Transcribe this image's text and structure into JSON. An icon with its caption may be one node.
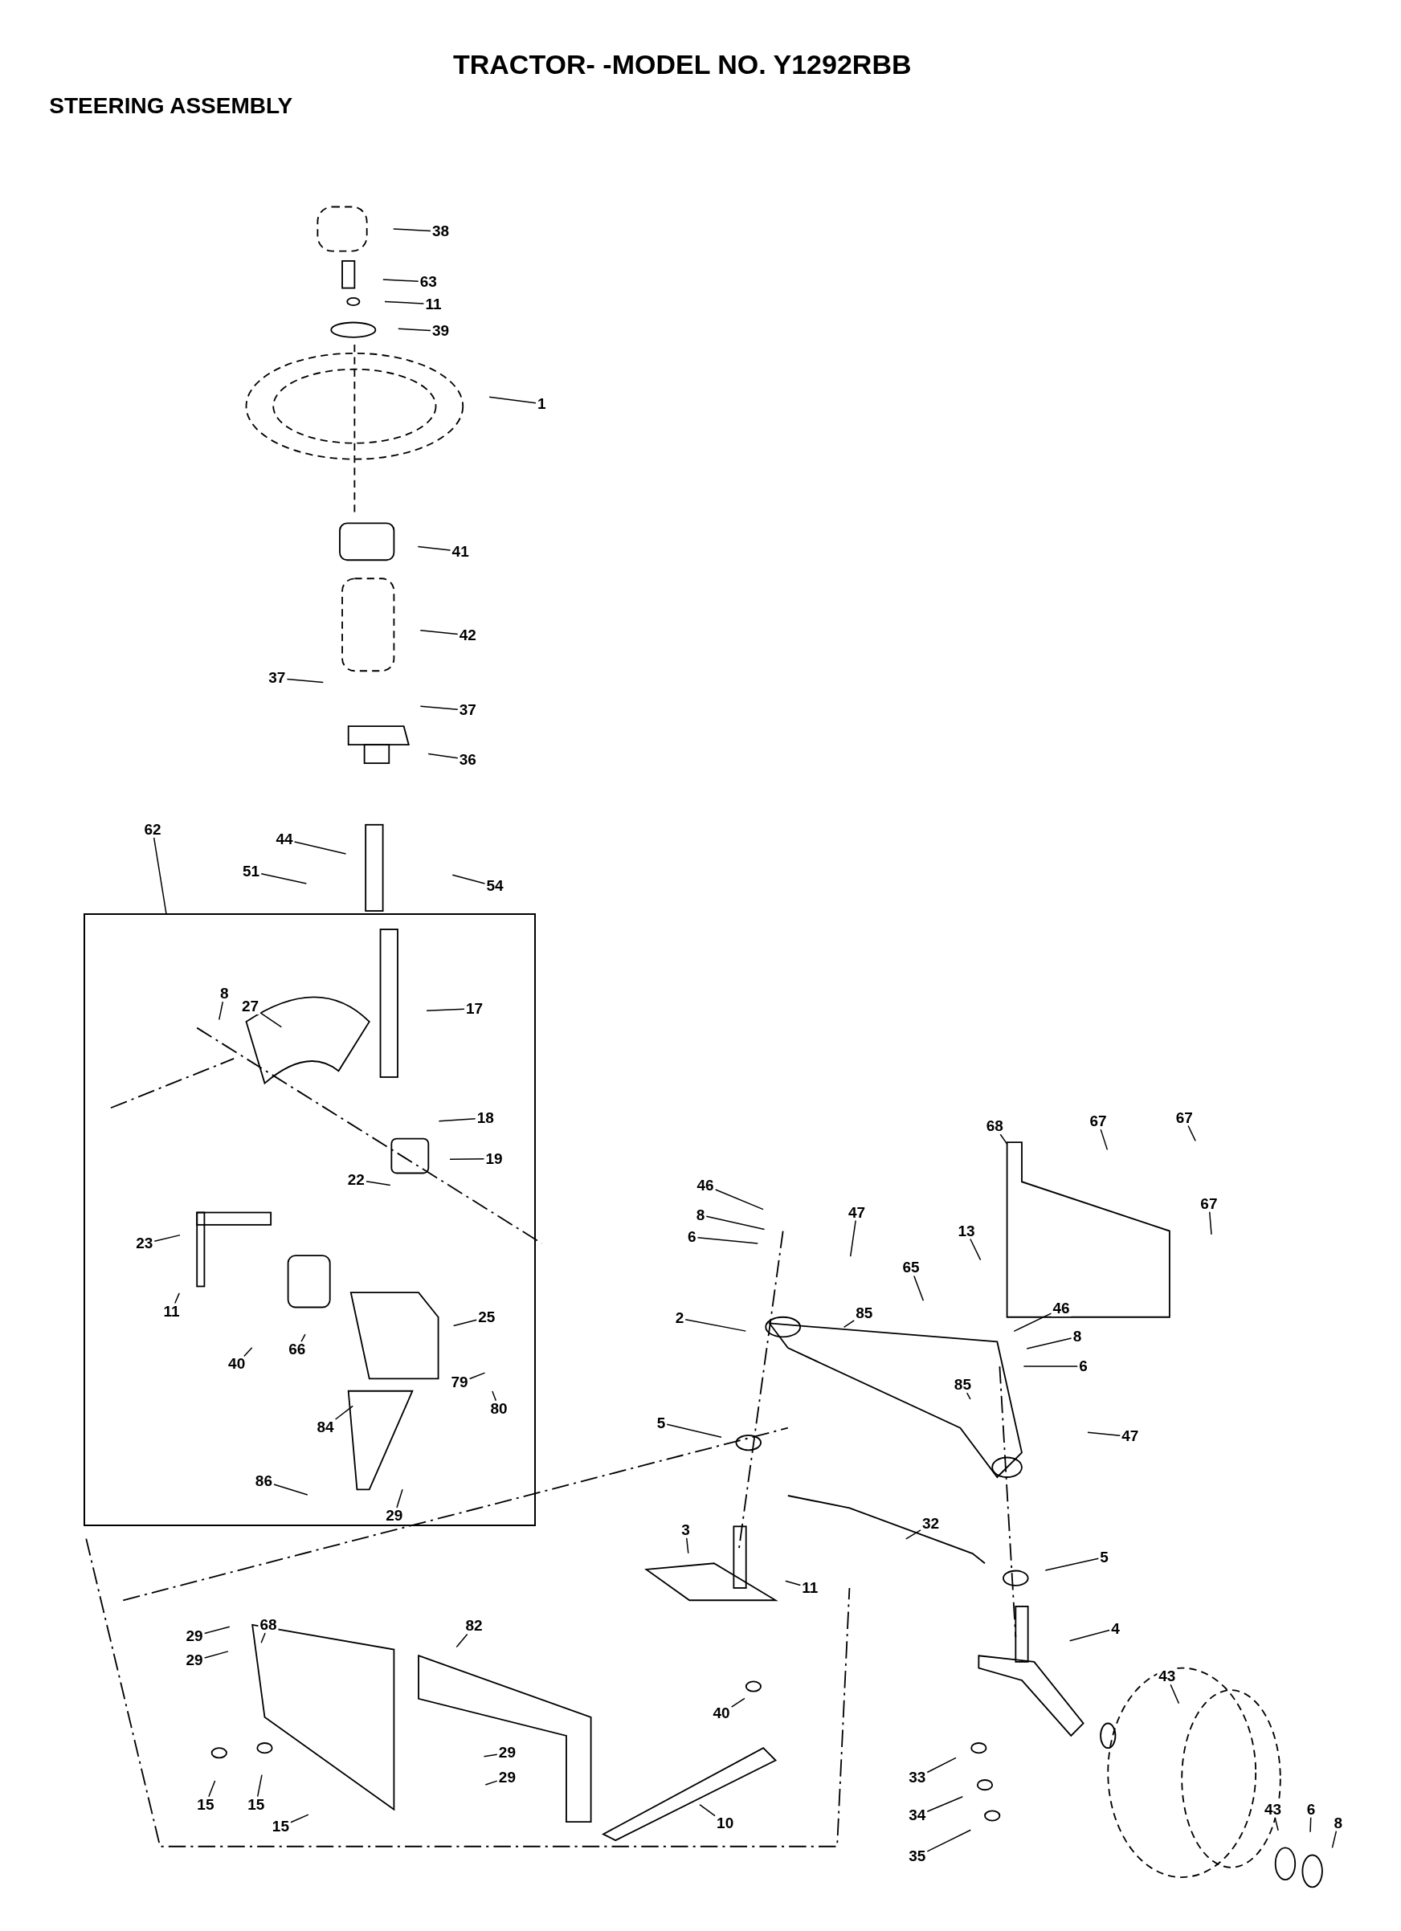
{
  "diagram": {
    "title": "TRACTOR- -MODEL NO. Y1292RBB",
    "labels": [
      "STEERING ASSEMBLY"
    ],
    "nodes": [
      {
        "text": [
          "38"
        ]
      },
      {
        "text": [
          "63"
        ]
      },
      {
        "text": [
          "11"
        ]
      },
      {
        "text": [
          "39"
        ]
      },
      {
        "text": [
          "1"
        ]
      },
      {
        "text": [
          "41"
        ]
      },
      {
        "text": [
          "42"
        ]
      },
      {
        "text": [
          "37"
        ]
      },
      {
        "text": [
          "37"
        ]
      },
      {
        "text": [
          "36"
        ]
      },
      {
        "text": [
          "62"
        ]
      },
      {
        "text": [
          "44"
        ]
      },
      {
        "text": [
          "51"
        ]
      },
      {
        "text": [
          "54"
        ]
      },
      {
        "text": [],
        "shape": "box"
      },
      {
        "text": [
          "8"
        ],
        "in": 14
      },
      {
        "text": [
          "27"
        ],
        "in": 14
      },
      {
        "text": [
          "17"
        ],
        "in": 14
      },
      {
        "text": [
          "18"
        ],
        "in": 14
      },
      {
        "text": [
          "19"
        ],
        "in": 14
      },
      {
        "text": [
          "22"
        ],
        "in": 14
      },
      {
        "text": [
          "23"
        ],
        "in": 14
      },
      {
        "text": [
          "11"
        ],
        "in": 14
      },
      {
        "text": [
          "25"
        ],
        "in": 14
      },
      {
        "text": [
          "66"
        ],
        "in": 14
      },
      {
        "text": [
          "40"
        ],
        "in": 14
      },
      {
        "text": [
          "79"
        ],
        "in": 14
      },
      {
        "text": [
          "80"
        ],
        "in": 14
      },
      {
        "text": [
          "84"
        ],
        "in": 14
      },
      {
        "text": [
          "86"
        ],
        "in": 14
      },
      {
        "text": [
          "29"
        ],
        "in": 14
      },
      {
        "text": [
          "67"
        ]
      },
      {
        "text": [
          "67"
        ]
      },
      {
        "text": [
          "68"
        ]
      },
      {
        "text": [
          "46"
        ]
      },
      {
        "text": [
          "67"
        ]
      },
      {
        "text": [
          "47"
        ]
      },
      {
        "text": [
          "8"
        ]
      },
      {
        "text": [
          "13"
        ]
      },
      {
        "text": [
          "6"
        ]
      },
      {
        "text": [
          "65"
        ]
      },
      {
        "text": [
          "46"
        ]
      },
      {
        "text": [
          "85"
        ]
      },
      {
        "text": [
          "2"
        ]
      },
      {
        "text": [
          "8"
        ]
      },
      {
        "text": [
          "6"
        ]
      },
      {
        "text": [
          "85"
        ]
      },
      {
        "text": [
          "5"
        ]
      },
      {
        "text": [
          "47"
        ]
      },
      {
        "text": [
          "32"
        ]
      },
      {
        "text": [
          "3"
        ]
      },
      {
        "text": [
          "5"
        ]
      },
      {
        "text": [
          "11"
        ]
      },
      {
        "text": [
          "68"
        ]
      },
      {
        "text": [
          "82"
        ]
      },
      {
        "text": [
          "4"
        ]
      },
      {
        "text": [
          "29"
        ]
      },
      {
        "text": [
          "29"
        ]
      },
      {
        "text": [
          "43"
        ]
      },
      {
        "text": [
          "40"
        ]
      },
      {
        "text": [
          "29"
        ]
      },
      {
        "text": [
          "33"
        ]
      },
      {
        "text": [
          "29"
        ]
      },
      {
        "text": [
          "15"
        ]
      },
      {
        "text": [
          "15"
        ]
      },
      {
        "text": [
          "43"
        ]
      },
      {
        "text": [
          "6"
        ]
      },
      {
        "text": [
          "34"
        ]
      },
      {
        "text": [
          "10"
        ]
      },
      {
        "text": [
          "8"
        ]
      },
      {
        "text": [
          "15"
        ]
      },
      {
        "text": [
          "35"
        ]
      }
    ],
    "edges": [
      {
        "from": 0,
        "to": null,
        "arrow": "none"
      },
      {
        "from": 1,
        "to": null,
        "arrow": "none"
      },
      {
        "from": 2,
        "to": null,
        "arrow": "none"
      },
      {
        "from": 3,
        "to": null,
        "arrow": "none"
      },
      {
        "from": 4,
        "to": null,
        "arrow": "none"
      },
      {
        "from": 5,
        "to": null,
        "arrow": "none"
      },
      {
        "from": 6,
        "to": null,
        "arrow": "none"
      },
      {
        "from": 7,
        "to": null,
        "arrow": "none"
      },
      {
        "from": 8,
        "to": null,
        "arrow": "none"
      },
      {
        "from": 9,
        "to": null,
        "arrow": "none"
      },
      {
        "from": 10,
        "to": 14,
        "arrow": "none"
      },
      {
        "from": 11,
        "to": null,
        "arrow": "none"
      },
      {
        "from": 12,
        "to": null,
        "arrow": "none"
      },
      {
        "from": 13,
        "to": null,
        "arrow": "none"
      },
      {
        "from": 15,
        "to": null,
        "arrow": "none"
      },
      {
        "from": 16,
        "to": null,
        "arrow": "none"
      },
      {
        "from": 17,
        "to": null,
        "arrow": "none"
      },
      {
        "from": 18,
        "to": null,
        "arrow": "none"
      },
      {
        "from": 19,
        "to": null,
        "arrow": "none"
      },
      {
        "from": 20,
        "to": null,
        "arrow": "none"
      },
      {
        "from": 21,
        "to": null,
        "arrow": "none"
      },
      {
        "from": 22,
        "to": null,
        "arrow": "none"
      },
      {
        "from": 23,
        "to": null,
        "arrow": "none"
      },
      {
        "from": 24,
        "to": null,
        "arrow": "none"
      },
      {
        "from": 25,
        "to": null,
        "arrow": "none"
      },
      {
        "from": 26,
        "to": null,
        "arrow": "none"
      },
      {
        "from": 27,
        "to": null,
        "arrow": "none"
      },
      {
        "from": 28,
        "to": null,
        "arrow": "none"
      },
      {
        "from": 29,
        "to": null,
        "arrow": "none"
      },
      {
        "from": 30,
        "to": null,
        "arrow": "none"
      },
      {
        "from": 31,
        "to": null,
        "arrow": "none"
      },
      {
        "from": 32,
        "to": null,
        "arrow": "none"
      },
      {
        "from": 33,
        "to": null,
        "arrow": "none"
      },
      {
        "from": 34,
        "to": null,
        "arrow": "none"
      },
      {
        "from": 35,
        "to": null,
        "arrow": "none"
      },
      {
        "from": 36,
        "to": null,
        "arrow": "none"
      },
      {
        "from": 37,
        "to": null,
        "arrow": "none"
      },
      {
        "from": 38,
        "to": null,
        "arrow": "none"
      },
      {
        "from": 39,
        "to": null,
        "arrow": "none"
      },
      {
        "from": 40,
        "to": null,
        "arrow": "none"
      },
      {
        "from": 41,
        "to": null,
        "arrow": "none"
      },
      {
        "from": 42,
        "to": null,
        "arrow": "none"
      },
      {
        "from": 43,
        "to": null,
        "arrow": "none"
      },
      {
        "from": 44,
        "to": null,
        "arrow": "none"
      },
      {
        "from": 45,
        "to": null,
        "arrow": "none"
      },
      {
        "from": 46,
        "to": null,
        "arrow": "none"
      },
      {
        "from": 47,
        "to": null,
        "arrow": "none"
      },
      {
        "from": 48,
        "to": null,
        "arrow": "none"
      },
      {
        "from": 49,
        "to": null,
        "arrow": "none"
      },
      {
        "from": 50,
        "to": null,
        "arrow": "none"
      },
      {
        "from": 51,
        "to": null,
        "arrow": "none"
      },
      {
        "from": 52,
        "to": null,
        "arrow": "none"
      },
      {
        "from": 53,
        "to": null,
        "arrow": "none"
      },
      {
        "from": 54,
        "to": null,
        "arrow": "none"
      },
      {
        "from": 55,
        "to": null,
        "arrow": "none"
      },
      {
        "from": 56,
        "to": null,
        "arrow": "none"
      },
      {
        "from": 57,
        "to": null,
        "arrow": "none"
      },
      {
        "from": 58,
        "to": null,
        "arrow": "none"
      },
      {
        "from": 59,
        "to": null,
        "arrow": "none"
      },
      {
        "from": 60,
        "to": null,
        "arrow": "none"
      },
      {
        "from": 61,
        "to": null,
        "arrow": "none"
      },
      {
        "from": 62,
        "to": null,
        "arrow": "none"
      },
      {
        "from": 63,
        "to": null,
        "arrow": "none"
      },
      {
        "from": 64,
        "to": null,
        "arrow": "none"
      },
      {
        "from": 65,
        "to": null,
        "arrow": "none"
      },
      {
        "from": 66,
        "to": null,
        "arrow": "none"
      },
      {
        "from": 67,
        "to": null,
        "arrow": "none"
      },
      {
        "from": 68,
        "to": null,
        "arrow": "none"
      },
      {
        "from": 69,
        "to": null,
        "arrow": "none"
      },
      {
        "from": 70,
        "to": null,
        "arrow": "none"
      },
      {
        "from": 71,
        "to": null,
        "arrow": "none"
      }
    ]
  }
}
